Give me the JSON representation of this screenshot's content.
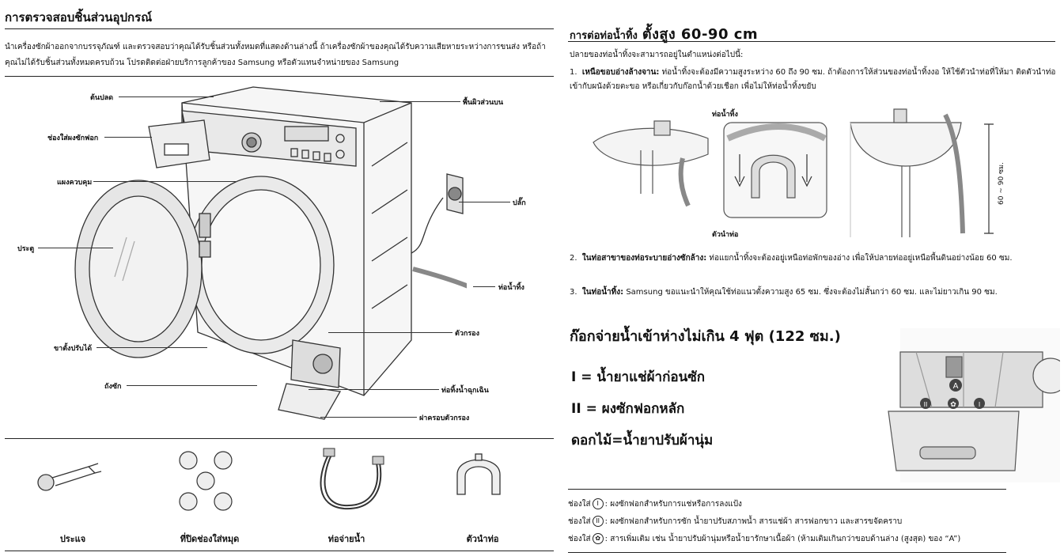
{
  "left": {
    "title": "การตรวจสอบชิ้นส่วนอุปกรณ์",
    "intro": "นำเครื่องซักผ้าออกจากบรรจุภัณฑ์ และตรวจสอบว่าคุณได้รับชิ้นส่วนทั้งหมดที่แสดงด้านล่างนี้ ถ้าเครื่องซักผ้าของคุณได้รับความเสียหายระหว่างการขนส่ง หรือถ้าคุณไม่ได้รับชิ้นส่วนทั้งหมดครบถ้วน โปรดติดต่อฝ่ายบริการลูกค้าของ Samsung หรือตัวแทนจำหน่ายของ Samsung",
    "callouts": {
      "plug_top": "ต้นปลด",
      "detergent_drawer": "ช่องใส่ผงซักฟอก",
      "control_panel": "แผงควบคุม",
      "door": "ประตู",
      "adjustable_feet": "ขาตั้งปรับได้",
      "drum": "ถังซัก",
      "worktop": "พื้นผิวส่วนบน",
      "plug": "ปลั๊ก",
      "drain_hose": "ท่อน้ำทิ้ง",
      "filter": "ตัวกรอง",
      "emergency_drain": "ท่อทิ้งน้ำฉุกเฉิน",
      "filter_cover": "ฝาครอบตัวกรอง"
    },
    "accessories": [
      "ประแจ",
      "ที่ปิดช่องใส่หมุด",
      "ท่อจ่ายน้ำ",
      "ตัวนำท่อ"
    ]
  },
  "right": {
    "title_prefix": "การต่อท่อน้ำทิ้ง",
    "title_big": "ตั้งสูง   60-90 cm",
    "lead": "ปลายของท่อน้ำทิ้งจะสามารถอยู่ในตำแหน่งต่อไปนี้:",
    "items": [
      {
        "num": "1.",
        "bold": "เหนือขอบอ่างล้างจาน:",
        "text": " ท่อน้ำทิ้งจะต้องมีความสูงระหว่าง 60 ถึง 90 ซม. ถ้าต้องการให้ส่วนของท่อน้ำทิ้งงอ ให้ใช้ตัวนำท่อที่ให้มา ติดตัวนำท่อเข้ากับผนังด้วยตะขอ หรือเกี่ยวกับก๊อกน้ำด้วยเชือก เพื่อไม่ให้ท่อน้ำทิ้งขยับ"
      },
      {
        "num": "2.",
        "bold": "ในท่อสาขาของท่อระบายอ่างซักล้าง:",
        "text": " ท่อแยกน้ำทิ้งจะต้องอยู่เหนือท่อพักของอ่าง เพื่อให้ปลายท่ออยู่เหนือพื้นดินอย่างน้อย 60 ซม."
      },
      {
        "num": "3.",
        "bold": "ในท่อน้ำทิ้ง:",
        "text": " Samsung ขอแนะนำให้คุณใช้ท่อแนวตั้งความสูง 65 ซม. ซึ่งจะต้องไม่สั้นกว่า 60 ซม. และไม่ยาวเกิน 90 ซม."
      }
    ],
    "diagram_labels": {
      "hose": "ท่อน้ำทิ้ง",
      "guide": "ตัวนำท่อ",
      "height": "60 ~ 90 ซม."
    },
    "big_head": "ก๊อกจ่ายน้ำเข้าห่างไม่เกิน   4 ฟุต   (122 ซม.)",
    "legend": [
      "I = น้ำยาแช่ผ้าก่อนซัก",
      "II = ผงซักฟอกหลัก",
      "ดอกไม้=น้ำยาปรับผ้านุ่ม"
    ],
    "drawer_labels": {
      "a": "A",
      "i": "I",
      "ii": "II"
    },
    "notes": [
      {
        "prefix": "ช่องใส่",
        "symbol": "I",
        "text": ": ผงซักฟอกสำหรับการแช่หรือการลงแป้ง"
      },
      {
        "prefix": "ช่องใส่",
        "symbol": "II",
        "text": ": ผงซักฟอกสำหรับการซัก น้ำยาปรับสภาพน้ำ สารแช่ผ้า สารฟอกขาว และสารขจัดคราบ"
      },
      {
        "prefix": "ช่องใส่",
        "symbol": "✿",
        "text": ": สารเพิ่มเติม เช่น น้ำยาปรับผ้านุ่มหรือน้ำยารักษาเนื้อผ้า (ห้ามเติมเกินกว่าขอบด้านล่าง (สูงสุด) ของ “A”)"
      }
    ]
  }
}
